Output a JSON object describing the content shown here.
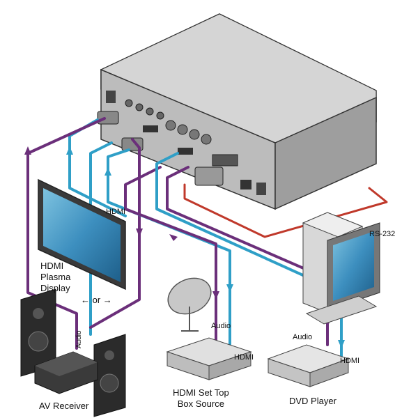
{
  "labels": {
    "hdmi_display_cable": "HDMI",
    "display_line1": "HDMI",
    "display_line2": "Plasma",
    "display_line3": "Display",
    "or": "or",
    "audio_receiver": "Audio",
    "receiver": "AV Receiver",
    "audio_settop": "Audio",
    "hdmi_settop": "HDMI",
    "settop_line1": "HDMI Set Top",
    "settop_line2": "Box Source",
    "audio_dvd": "Audio",
    "hdmi_dvd": "HDMI",
    "dvd": "DVD Player",
    "rs232": "RS-232"
  },
  "colors": {
    "audio_cable": "#6b2f7a",
    "hdmi_cable": "#2f9fc7",
    "rs232_cable": "#c0392b",
    "device_gray": "#c9c9c9",
    "device_dark": "#555555"
  }
}
